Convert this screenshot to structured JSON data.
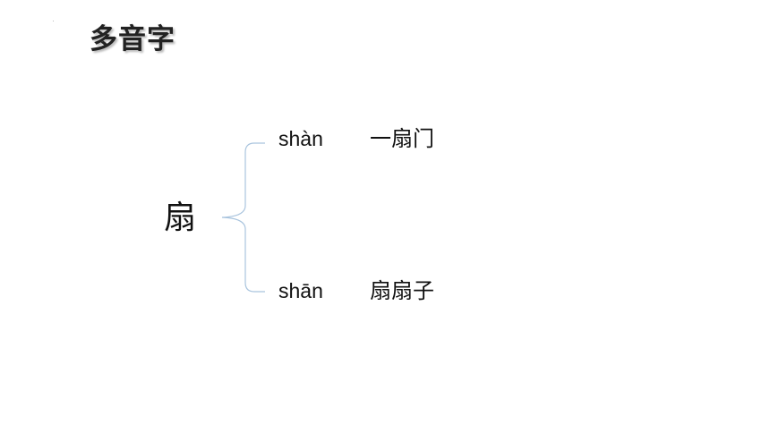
{
  "title": "多音字",
  "character": "扇",
  "readings": [
    {
      "pinyin": "shàn",
      "word": "一扇门"
    },
    {
      "pinyin": "shān",
      "word": "扇扇子"
    }
  ],
  "colors": {
    "brace": "#a9c4de",
    "text": "#111111"
  }
}
